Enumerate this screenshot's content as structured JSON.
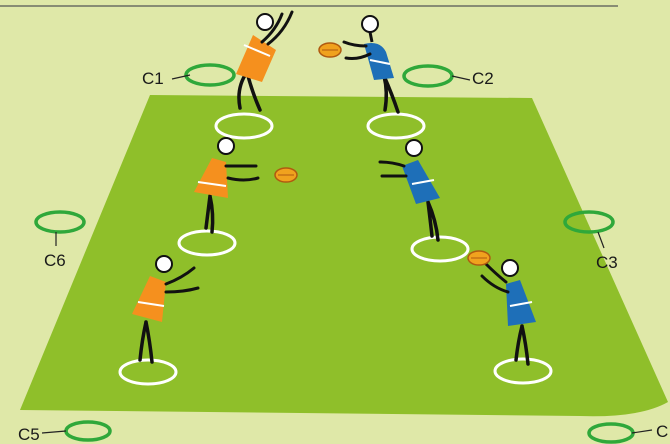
{
  "colors": {
    "background": "#dfe8a8",
    "field": "#8fbf2a",
    "cone_ring": "#2fa83a",
    "player_ring": "#ffffff",
    "team_orange": "#f5901e",
    "team_blue": "#1e6fb8",
    "ball": "#f0a21e",
    "ink": "#111111"
  },
  "cones": [
    {
      "id": "c1",
      "label": "C1"
    },
    {
      "id": "c2",
      "label": "C2"
    },
    {
      "id": "c3",
      "label": "C3"
    },
    {
      "id": "c4",
      "label": "C"
    },
    {
      "id": "c5",
      "label": "C5"
    },
    {
      "id": "c6",
      "label": "C6"
    }
  ],
  "players": [
    {
      "team": "orange",
      "name": "orange-player-top"
    },
    {
      "team": "orange",
      "name": "orange-player-middle"
    },
    {
      "team": "orange",
      "name": "orange-player-bottom"
    },
    {
      "team": "blue",
      "name": "blue-player-top"
    },
    {
      "team": "blue",
      "name": "blue-player-middle"
    },
    {
      "team": "blue",
      "name": "blue-player-bottom"
    }
  ],
  "balls": 3
}
